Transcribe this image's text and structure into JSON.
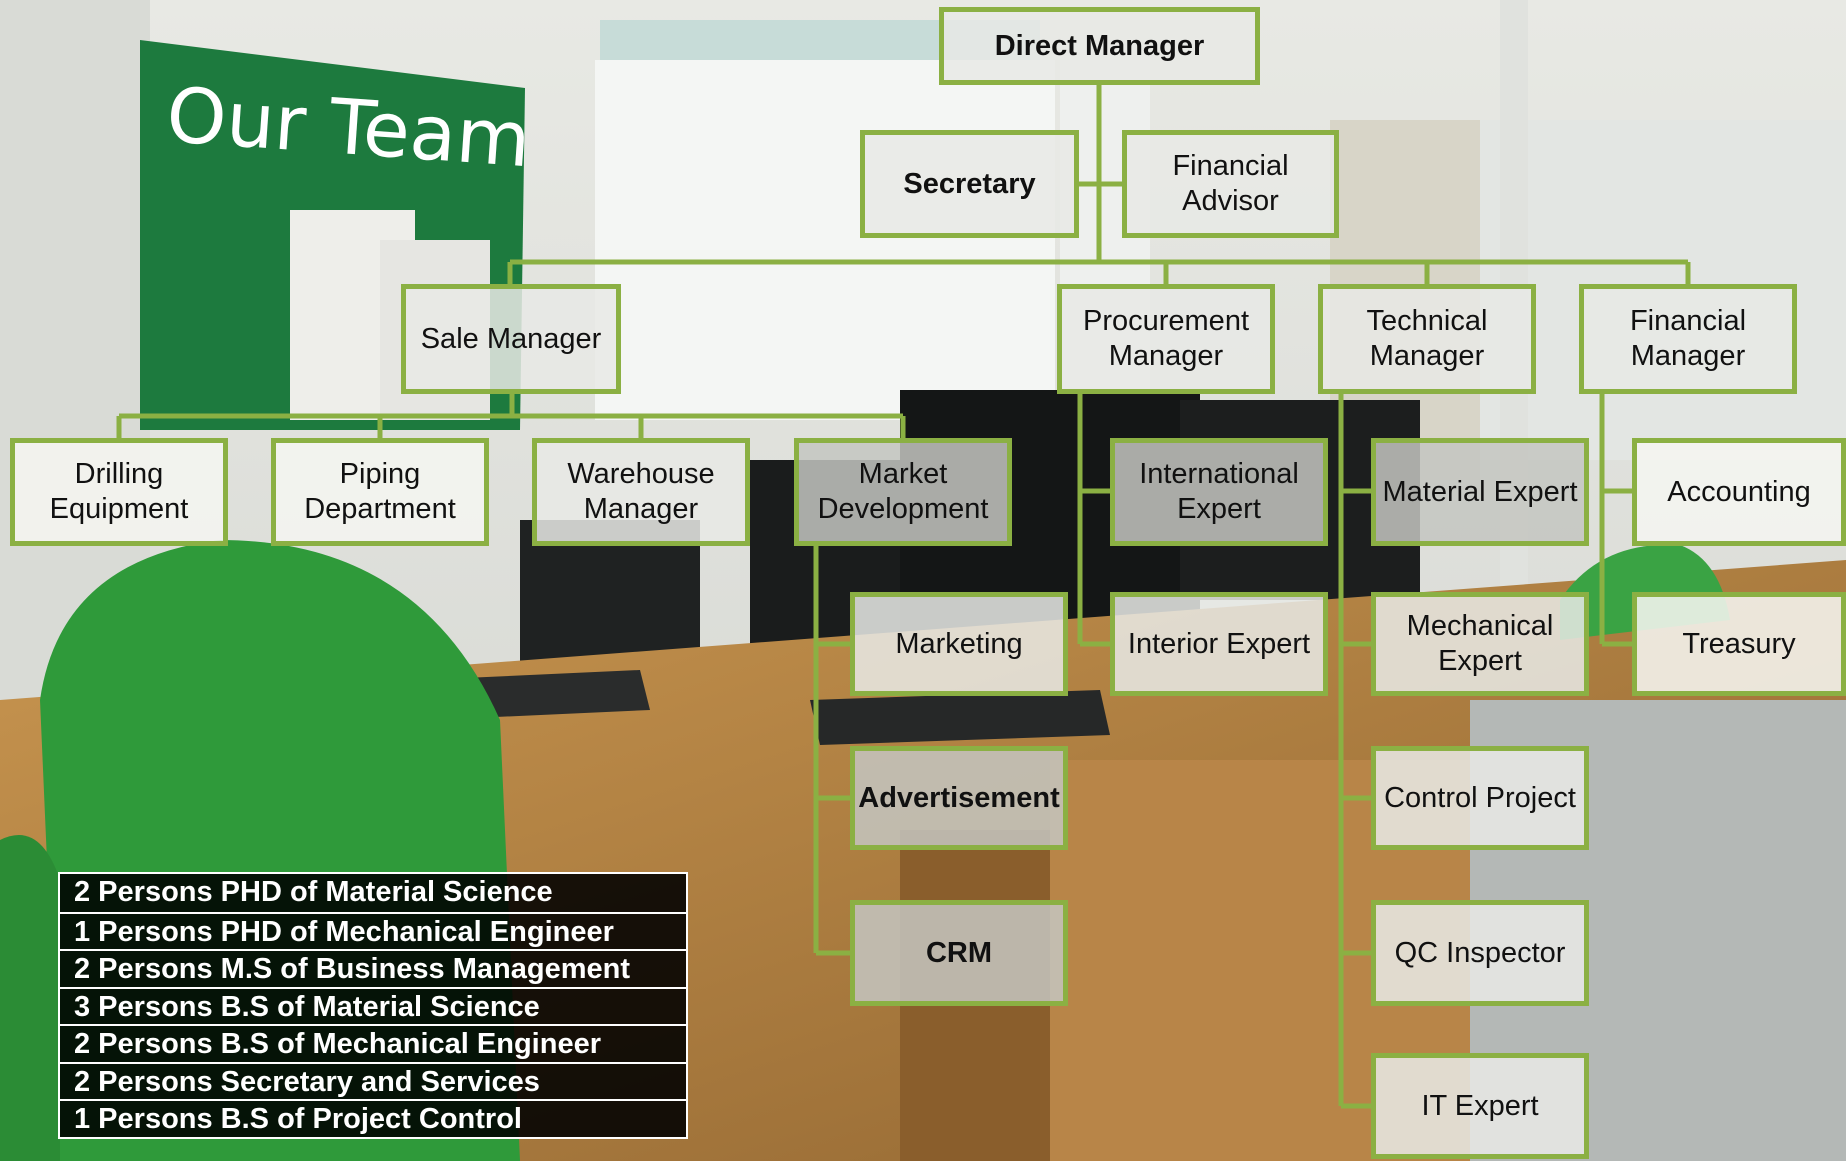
{
  "title": "Our Team",
  "org_chart": {
    "direct_manager": "Direct Manager",
    "secretary": "Secretary",
    "financial_advisor": "Financial\nAdvisor",
    "sale_manager": "Sale Manager",
    "procurement_manager": "Procurement\nManager",
    "technical_manager": "Technical\nManager",
    "financial_manager": "Financial\nManager",
    "drilling_equipment": "Drilling\nEquipment",
    "piping_department": "Piping\nDepartment",
    "warehouse_manager": "Warehouse\nManager",
    "market_development": "Market\nDevelopment",
    "marketing": "Marketing",
    "advertisement": "Advertisement",
    "crm": "CRM",
    "international_expert": "International\nExpert",
    "interior_expert": "Interior  Expert",
    "material_expert": "Material Expert",
    "mechanical_expert": "Mechanical\nExpert",
    "control_project": "Control Project",
    "qc_inspector": "QC Inspector",
    "it_expert": "IT Expert",
    "accounting": "Accounting",
    "treasury": "Treasury"
  },
  "staff": [
    "2 Persons PHD of Material Science",
    "1 Persons PHD of Mechanical Engineer",
    "2 Persons M.S of Business Management",
    "3 Persons B.S of Material Science",
    "2 Persons B.S of Mechanical Engineer",
    "2 Persons Secretary and Services",
    "1 Persons B.S of Project Control"
  ],
  "colors": {
    "accent_green": "#8bb043",
    "board_green": "#1d7a3e",
    "chair_green": "#2f9a3a"
  }
}
